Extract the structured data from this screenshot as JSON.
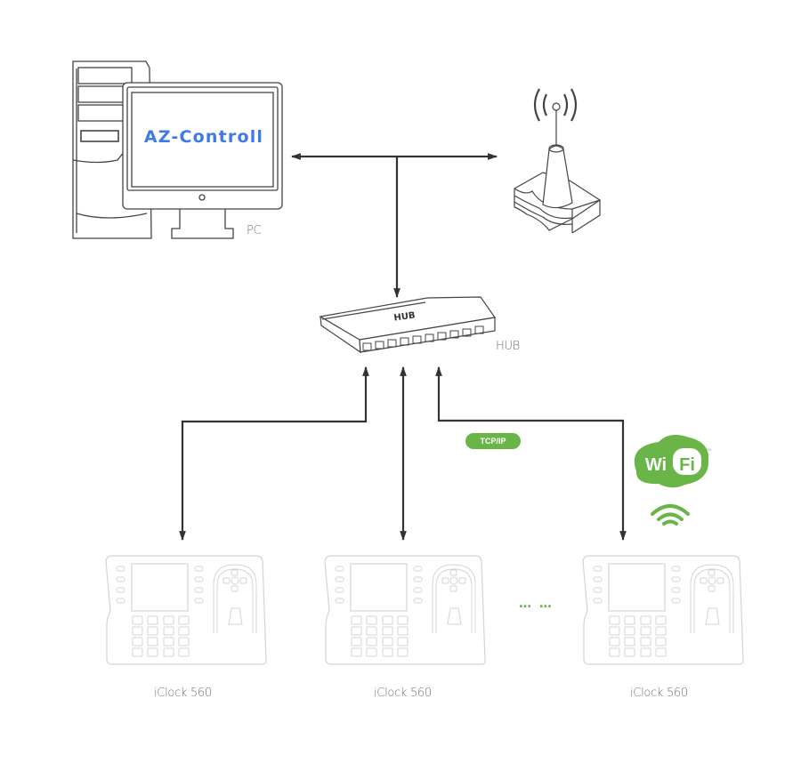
{
  "diagram": {
    "title": "AZ-Controll network topology",
    "pc": {
      "label": "PC",
      "screen_text": "AZ-Controll"
    },
    "antenna": {
      "label": ""
    },
    "hub": {
      "label": "HUB",
      "device_text": "HUB"
    },
    "connection": {
      "protocol_badge": "TCP/IP",
      "wireless_logo_text_1": "Wi",
      "wireless_logo_text_2": "Fi",
      "trademark": "TM",
      "ellipsis": "… …"
    },
    "devices": [
      {
        "label": "iClock 560"
      },
      {
        "label": "iClock 560"
      },
      {
        "label": "iClock 560"
      }
    ],
    "colors": {
      "accent_green": "#6ab547",
      "screen_text_blue": "#3f7be6",
      "line_dark": "#333333",
      "device_outline": "#cfcfcf"
    }
  }
}
